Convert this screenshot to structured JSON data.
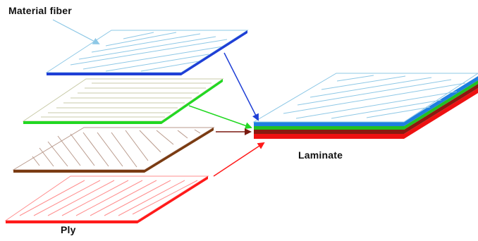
{
  "labels": {
    "material_fiber": "Material fiber",
    "laminate": "Laminate",
    "ply": "Ply"
  },
  "colors": {
    "fiber_light_blue": "#8ec8e6",
    "ply_blue": "#1f3fd6",
    "ply_green": "#22d822",
    "ply_brown": "#7a3b12",
    "ply_red": "#ff1a1a",
    "laminate_face": "#ffffff",
    "laminate_blue_layer": "#1e7fe0",
    "laminate_green_layer": "#22c022",
    "laminate_brown_layer": "#8a1a10",
    "laminate_red_layer": "#ee1111"
  },
  "plies": [
    {
      "name": "blue-ply",
      "edge_color": "#1f3fd6",
      "hatch_color": "#8ec8e6",
      "fiber_orientation": "diagonal-shallow"
    },
    {
      "name": "green-ply",
      "edge_color": "#22d822",
      "hatch_color": "#c9cba8",
      "fiber_orientation": "horizontal"
    },
    {
      "name": "brown-ply",
      "edge_color": "#7a3b12",
      "hatch_color": "#b99a8c",
      "fiber_orientation": "diagonal-steep"
    },
    {
      "name": "red-ply",
      "edge_color": "#ff1a1a",
      "hatch_color": "#ff8f8f",
      "fiber_orientation": "diagonal-shallow"
    }
  ]
}
